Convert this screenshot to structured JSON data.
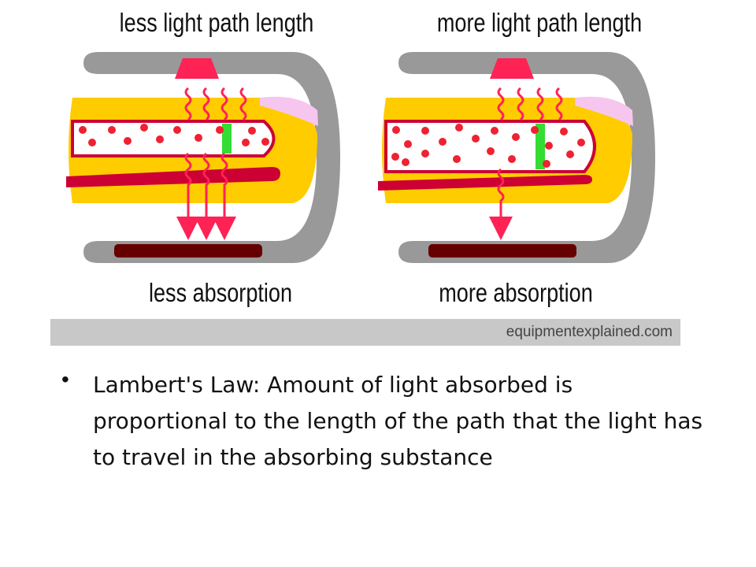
{
  "labels": {
    "less_path": "less light path length",
    "more_path": "more light path length",
    "less_absorption": "less absorption",
    "more_absorption": "more absorption"
  },
  "credit": "equipmentexplained.com",
  "bullet": {
    "text": "Lambert's Law: Amount of light absorbed is proportional to the length of the path that the light has to travel in the absorbing substance"
  },
  "colors": {
    "clip": "#999999",
    "finger": "#ffcc00",
    "nail": "#f7c6ef",
    "vessel": "#cc0033",
    "light": "#ff2255",
    "detector": "#660000",
    "highlight": "#33dd33",
    "cell": "#ee2233"
  }
}
